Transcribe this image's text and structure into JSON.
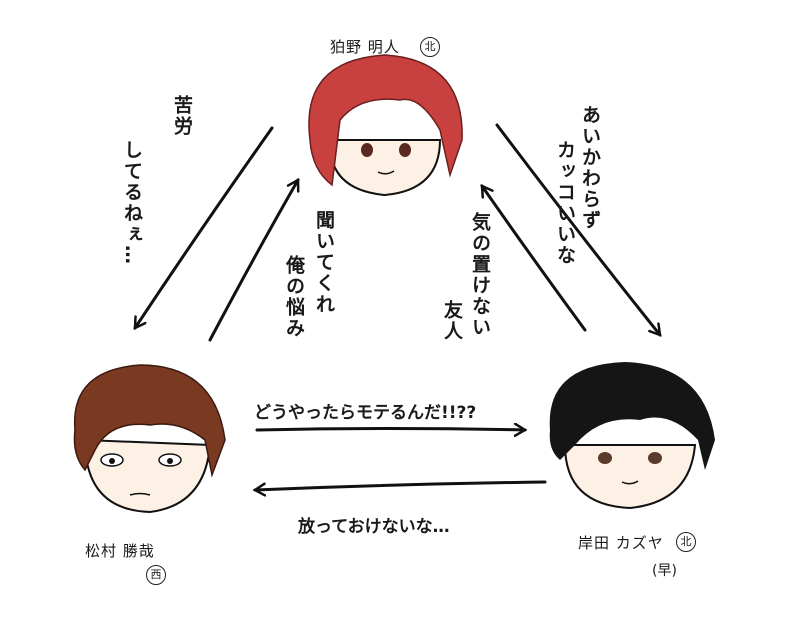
{
  "characters": {
    "top": {
      "name": "狛野 明人",
      "badge": "北",
      "hair_color": "#c8413f"
    },
    "left": {
      "name": "松村 勝哉",
      "badge": "西",
      "hair_color": "#7a3a22"
    },
    "right": {
      "name": "岸田 カズヤ",
      "badge": "北",
      "sub": "(早)",
      "hair_color": "#151515"
    }
  },
  "relations": {
    "top_to_left": [
      "苦労",
      "してるねぇ…"
    ],
    "left_to_top": [
      "聞いてくれ",
      "俺の悩み"
    ],
    "right_to_top": [
      "気の置けない",
      "友人"
    ],
    "top_to_right": [
      "あいかわらず",
      "カッコいいな"
    ],
    "left_to_right": "どうやったらモテるんだ!!??",
    "right_to_left": "放っておけないな…"
  },
  "colors": {
    "skin": "#fdf0e4",
    "line": "#111111"
  }
}
